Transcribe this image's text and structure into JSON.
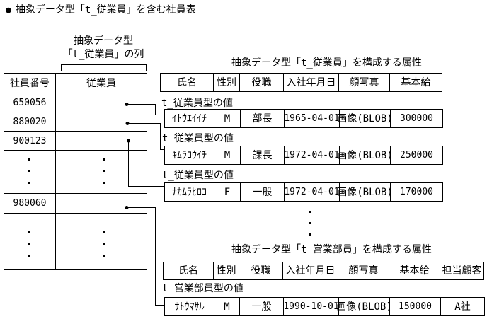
{
  "colors": {
    "foreground": "#000000",
    "background": "#ffffff"
  },
  "title": {
    "bullet": "●",
    "text": "抽象データ型「t_従業員」を含む社員表"
  },
  "left_table": {
    "caption_line1": "抽象データ型",
    "caption_line2": "「t_従業員」の列",
    "headers": [
      "社員番号",
      "従業員"
    ],
    "rows": [
      "650056",
      "880020",
      "900123",
      "980060"
    ]
  },
  "employee_type": {
    "section_title": "抽象データ型「t_従業員」を構成する属性",
    "headers": [
      "氏名",
      "性別",
      "役職",
      "入社年月日",
      "顔写真",
      "基本給"
    ],
    "value_label": "t_従業員型の値",
    "rows": [
      [
        "ｲﾄｳｴｲｲﾁ",
        "M",
        "部長",
        "1965-04-01",
        "画像(BLOB)",
        "300000"
      ],
      [
        "ｷﾑﾗｺｳｲﾁ",
        "M",
        "課長",
        "1972-04-01",
        "画像(BLOB)",
        "250000"
      ],
      [
        "ﾅｶﾑﾗﾋﾛｺ",
        "F",
        "一般",
        "1972-04-01",
        "画像(BLOB)",
        "170000"
      ]
    ]
  },
  "sales_type": {
    "section_title": "抽象データ型「t_営業部員」を構成する属性",
    "headers": [
      "氏名",
      "性別",
      "役職",
      "入社年月日",
      "顔写真",
      "基本給",
      "担当顧客"
    ],
    "value_label": "t_営業部員型の値",
    "rows": [
      [
        "ｻﾄｳﾏｻﾙ",
        "M",
        "一般",
        "1990-10-01",
        "画像(BLOB)",
        "150000",
        "A社"
      ]
    ]
  }
}
